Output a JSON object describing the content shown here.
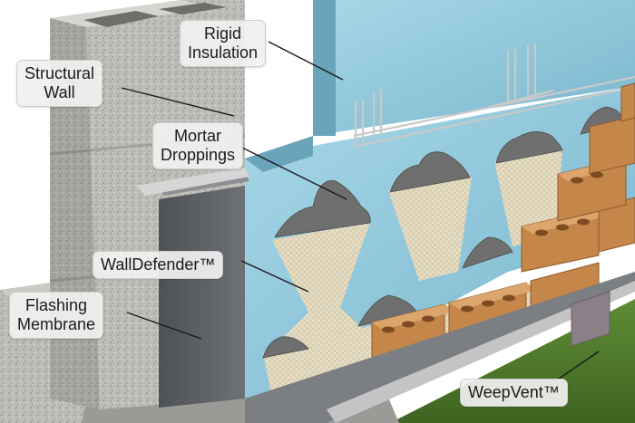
{
  "labels": {
    "structural_wall": {
      "line1": "Structural",
      "line2": "Wall"
    },
    "rigid_insulation": {
      "line1": "Rigid",
      "line2": "Insulation"
    },
    "mortar_droppings": {
      "line1": "Mortar",
      "line2": "Droppings"
    },
    "walldefender": {
      "text": "WallDefender™"
    },
    "flashing_membrane": {
      "line1": "Flashing",
      "line2": "Membrane"
    },
    "weepvent": {
      "text": "WeepVent™"
    }
  },
  "colors": {
    "concrete_block": "#bdbdb8",
    "insulation_blue": "#8ec8dc",
    "brick_orange": "#c98a4a",
    "membrane_gray": "#5e6166",
    "mesh_beige": "#e4dcc4",
    "grass_green": "#4f7a2c",
    "leader_line": "#1a1a1a"
  }
}
